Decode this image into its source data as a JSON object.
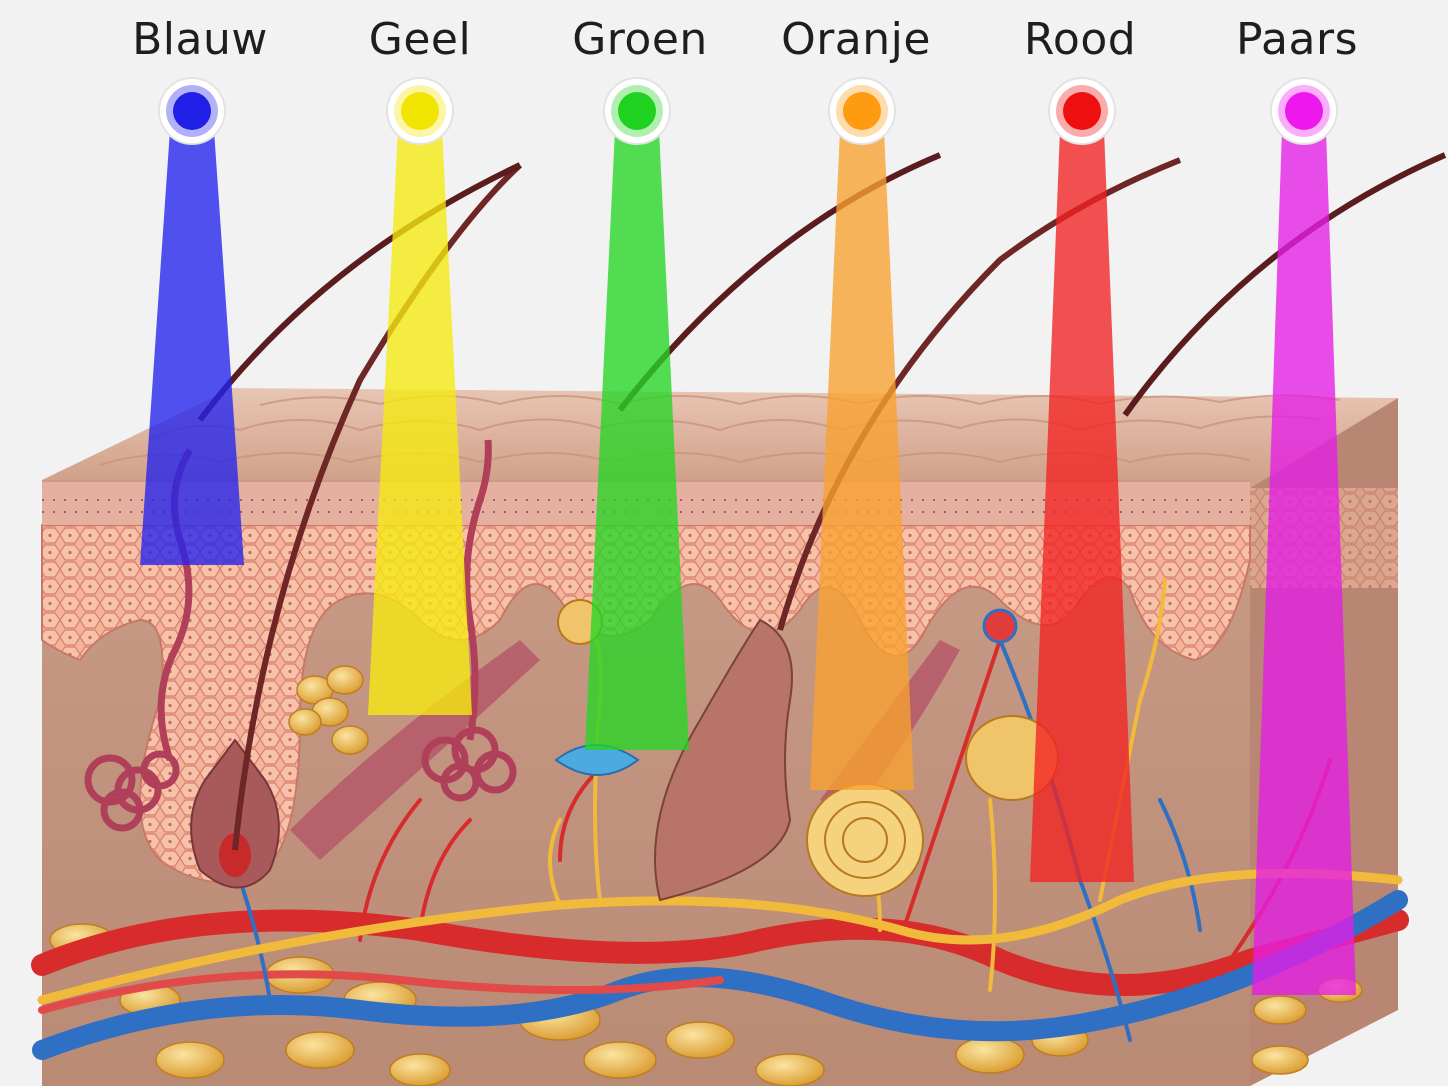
{
  "light_colors": [
    {
      "id": "blauw",
      "label": "Blauw",
      "color": "#1f1fe8",
      "beam_color": "#2323ee"
    },
    {
      "id": "geel",
      "label": "Geel",
      "color": "#f1e400",
      "beam_color": "#f6ea10"
    },
    {
      "id": "groen",
      "label": "Groen",
      "color": "#1fd21f",
      "beam_color": "#25d625"
    },
    {
      "id": "oranje",
      "label": "Oranje",
      "color": "#ff9b10",
      "beam_color": "#f9a230"
    },
    {
      "id": "rood",
      "label": "Rood",
      "color": "#ee1010",
      "beam_color": "#f22222"
    },
    {
      "id": "paars",
      "label": "Paars",
      "color": "#ee18ee",
      "beam_color": "#e61ee6"
    }
  ],
  "skin_colors": {
    "epidermis": "#d9a78c",
    "cells": "#f1b49a",
    "dermis": "#c89a86",
    "fat": "#e9b348",
    "artery": "#d82b2b",
    "vein": "#2f6fc4",
    "nerve": "#f2ba3a"
  }
}
